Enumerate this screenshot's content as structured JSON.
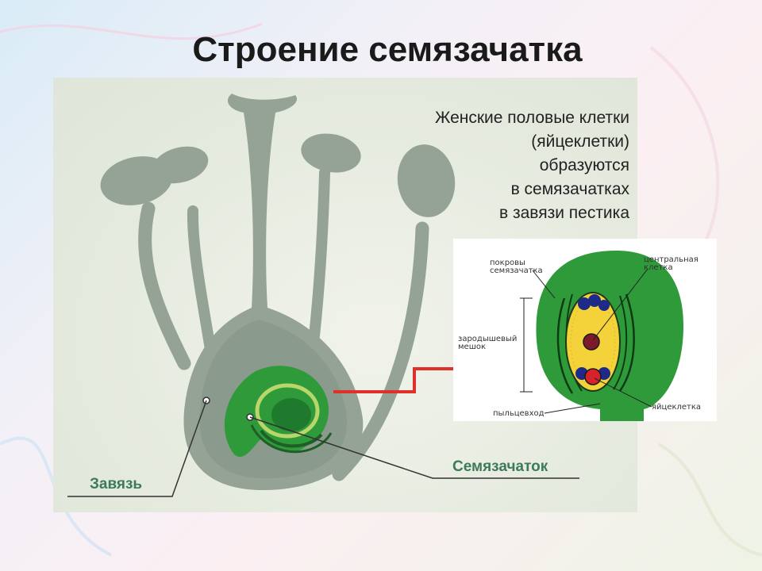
{
  "slide": {
    "title": "Строение семязачатка"
  },
  "info_text": {
    "lines": [
      "Женские половые клетки",
      "(яйцеклетки)",
      "образуются",
      "в семязачатках",
      "в завязи пестика"
    ]
  },
  "flower": {
    "labels": {
      "ovary": "Завязь",
      "ovule": "Семязачаток"
    }
  },
  "detail": {
    "labels": {
      "integuments": "покровы\nсемязачатка",
      "central_cell": "центральная\nклетка",
      "embryo_sac": "зародышевый\nмешок",
      "micropyle": "пыльцевход",
      "egg_cell": "яйцеклетка"
    }
  },
  "colors": {
    "flower_gray": "#94a396",
    "ovule_green": "#2f9a3a",
    "arrow_red": "#e0302a",
    "label_green": "#3d7a5a",
    "embryo_yellow": "#f4d23a"
  }
}
